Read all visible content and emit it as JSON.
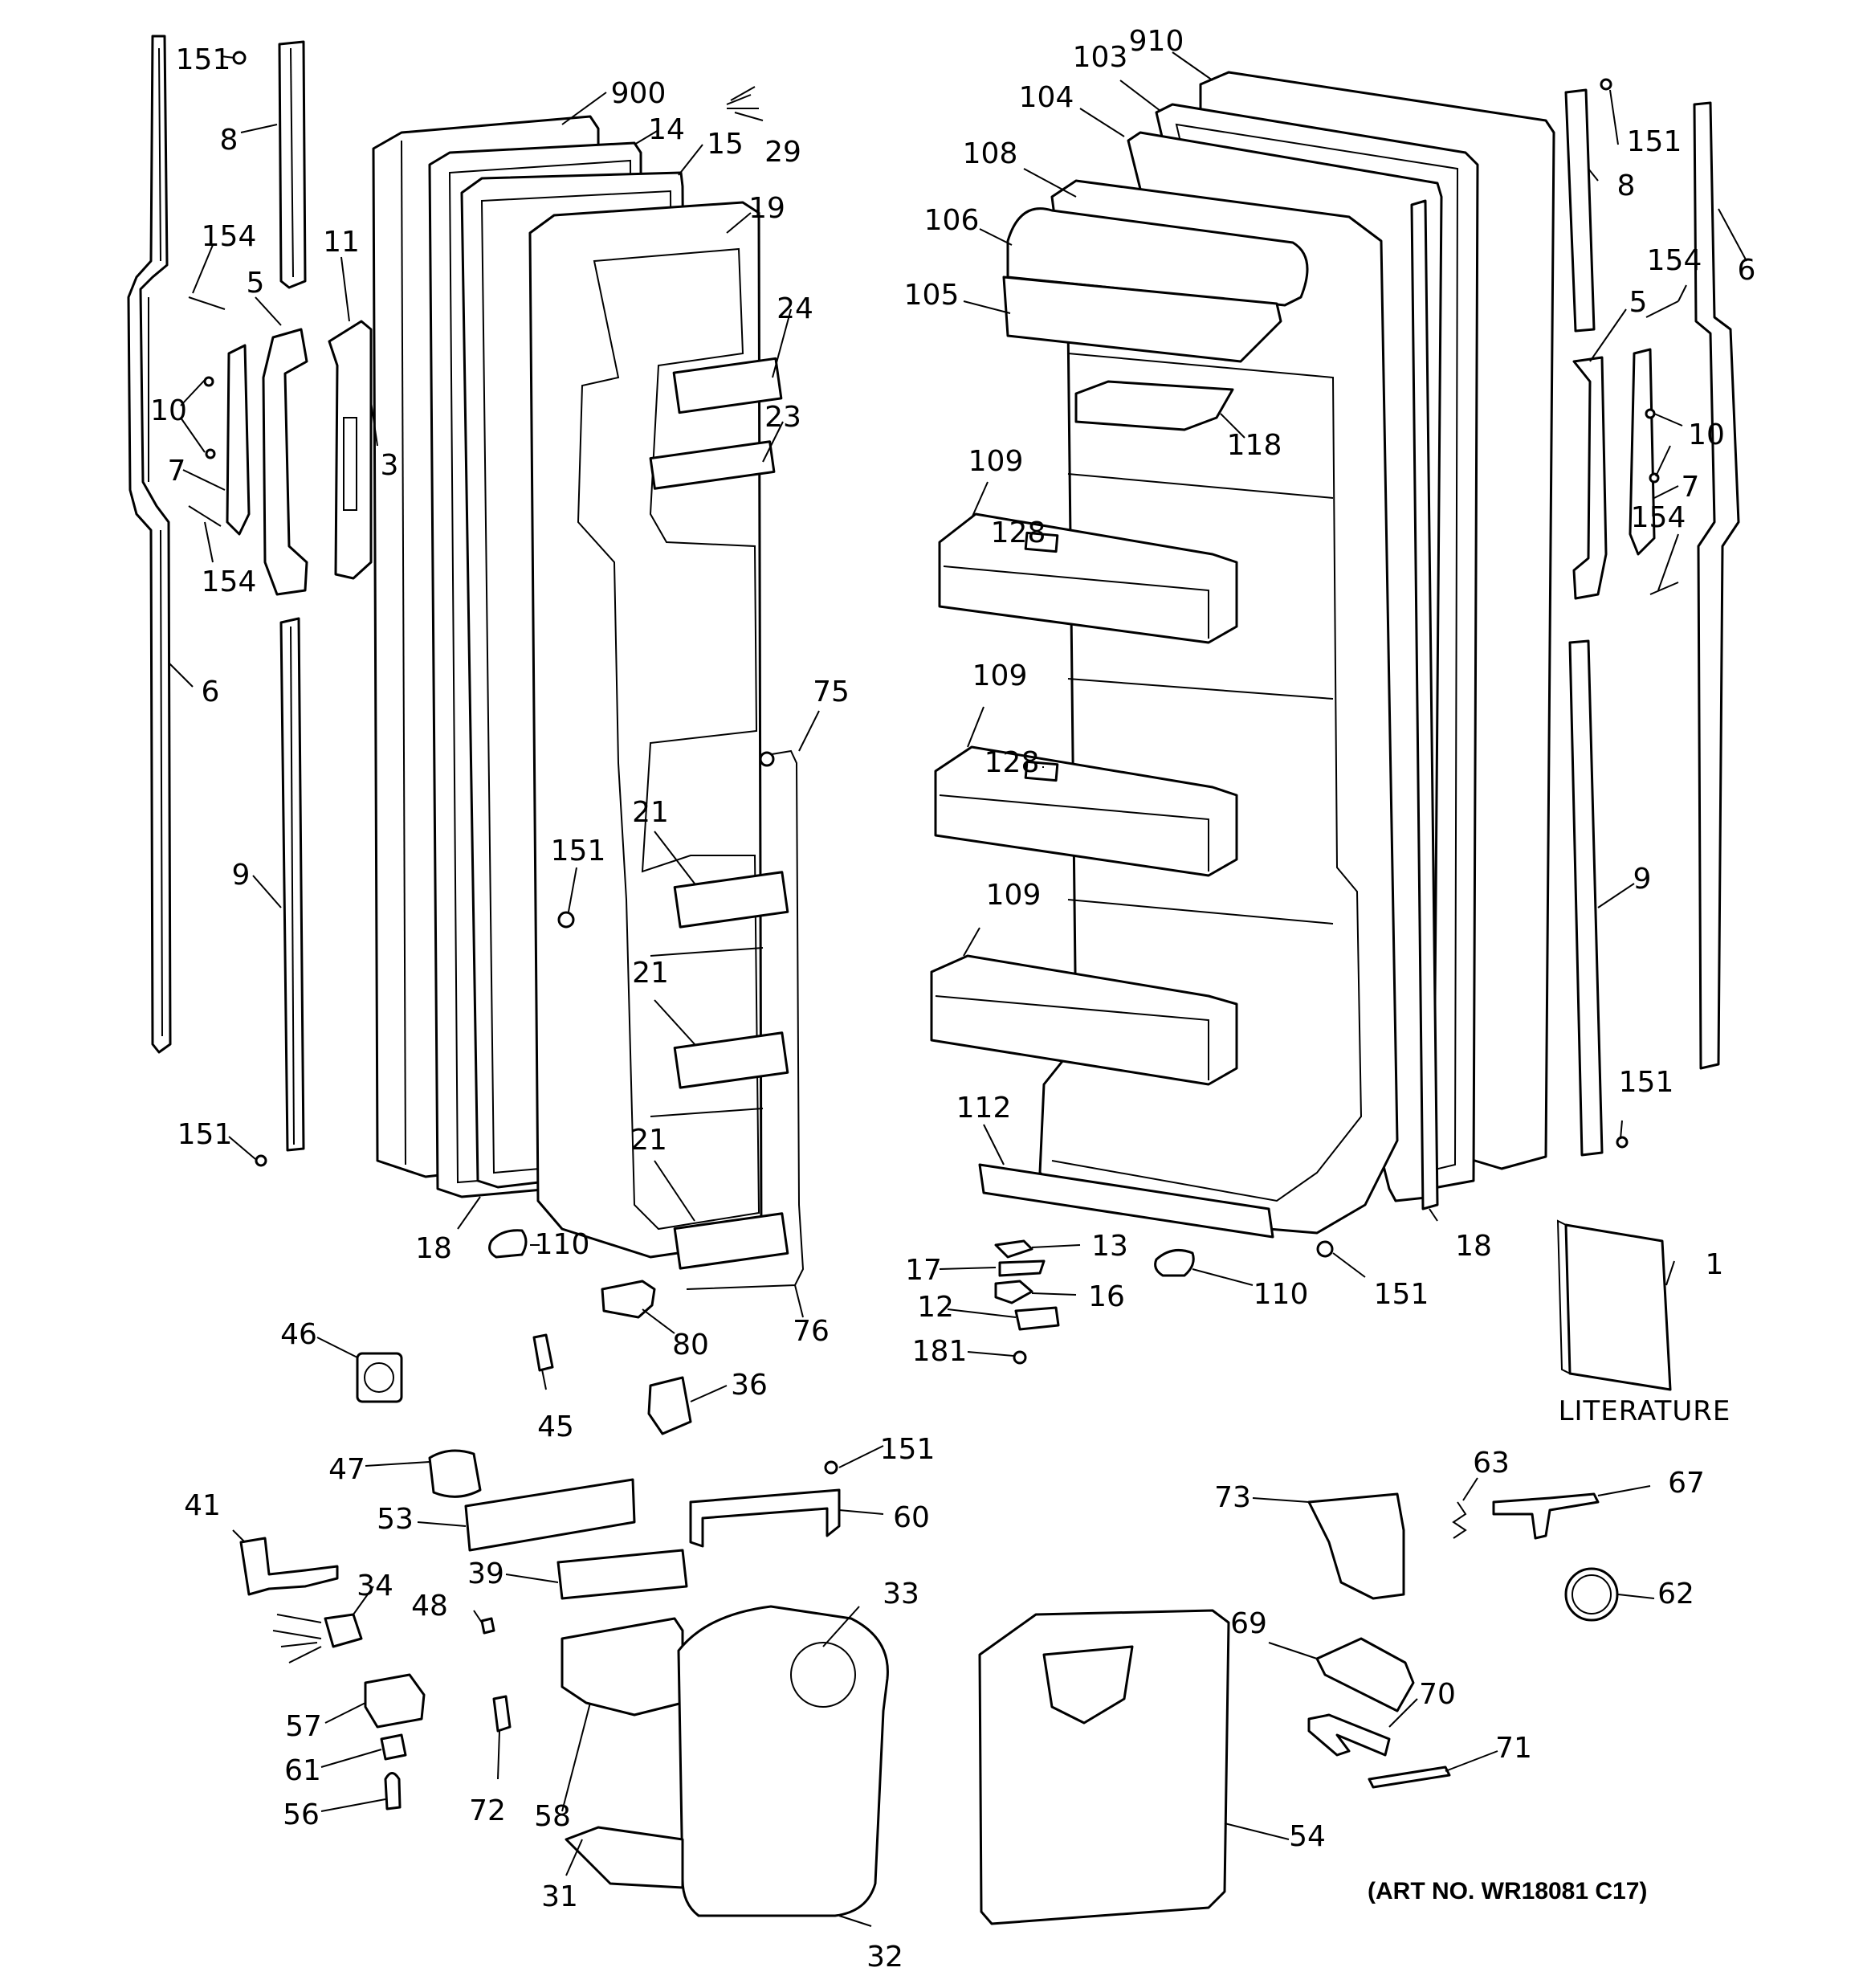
{
  "callouts": {
    "c151a": "151",
    "c8a": "8",
    "c154a": "154",
    "c11": "11",
    "c5a": "5",
    "c10a": "10",
    "c3": "3",
    "c7a": "7",
    "c154b": "154",
    "c6a": "6",
    "c9a": "9",
    "c151b": "151",
    "c900": "900",
    "c14": "14",
    "c15": "15",
    "c29": "29",
    "c19": "19",
    "c24": "24",
    "c23": "23",
    "c75": "75",
    "c151c": "151",
    "c21a": "21",
    "c21b": "21",
    "c21c": "21",
    "c18a": "18",
    "c110a": "110",
    "c80": "80",
    "c76": "76",
    "c910": "910",
    "c103": "103",
    "c104": "104",
    "c108": "108",
    "c106": "106",
    "c105": "105",
    "c118": "118",
    "c109a": "109",
    "c128a": "128",
    "c109b": "109",
    "c128b": "128",
    "c109c": "109",
    "c112": "112",
    "c151d": "151",
    "c8b": "8",
    "c154c": "154",
    "c6b": "6",
    "c5b": "5",
    "c10b": "10",
    "c7b": "7",
    "c154d": "154",
    "c9b": "9",
    "c151e": "151",
    "c18b": "18",
    "c13": "13",
    "c17": "17",
    "c16": "16",
    "c12": "12",
    "c181": "181",
    "c110b": "110",
    "c151f": "151",
    "c1": "1",
    "c46": "46",
    "c45": "45",
    "c36": "36",
    "c47": "47",
    "c151g": "151",
    "c41": "41",
    "c53": "53",
    "c60": "60",
    "c39": "39",
    "c34": "34",
    "c48": "48",
    "c33": "33",
    "c57": "57",
    "c58": "58",
    "c61": "61",
    "c72": "72",
    "c56": "56",
    "c31": "31",
    "c32": "32",
    "c73": "73",
    "c63": "63",
    "c67": "67",
    "c62": "62",
    "c69": "69",
    "c70": "70",
    "c71": "71",
    "c54": "54"
  },
  "literature_label": "LITERATURE",
  "art_number": "(ART NO. WR18081 C17)"
}
